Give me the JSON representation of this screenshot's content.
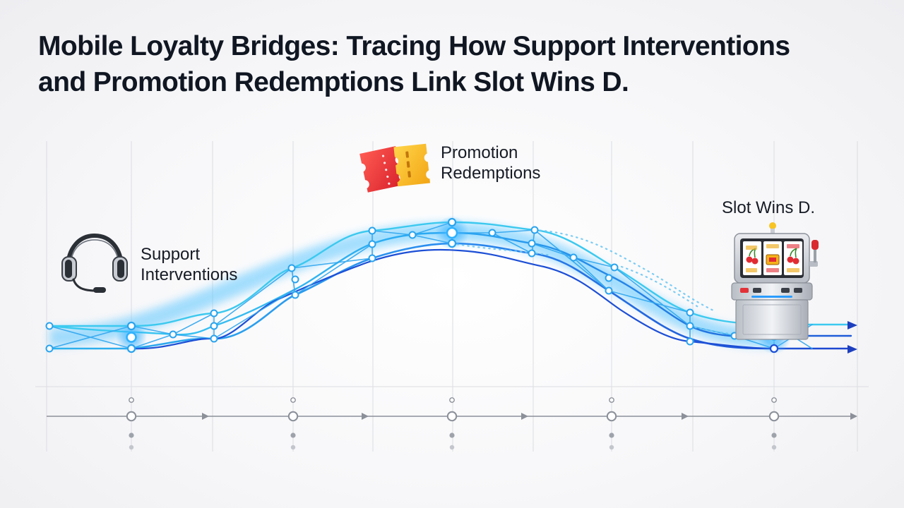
{
  "title": {
    "line1": "Mobile Loyalty Bridges: Tracing How Support Interventions",
    "line2": "and Promotion Redemptions Link Slot Wins D."
  },
  "stages": [
    {
      "key": "support",
      "label_line1": "Support",
      "label_line2": "Interventions",
      "icon": "headset-icon"
    },
    {
      "key": "promotion",
      "label_line1": "Promotion",
      "label_line2": "Redemptions",
      "icon": "ticket-icon"
    },
    {
      "key": "slot",
      "label_line1": "Slot Wins D.",
      "label_line2": "",
      "icon": "slot-machine-icon"
    }
  ],
  "colors": {
    "flow_light": "#35c6ef",
    "flow_mid": "#2b8ff0",
    "flow_dark": "#1e4fd8",
    "glow": "#3fb4ff",
    "timeline": "#8a8f98",
    "ticket_red": "#e8353d",
    "ticket_yellow": "#f6be2a"
  }
}
